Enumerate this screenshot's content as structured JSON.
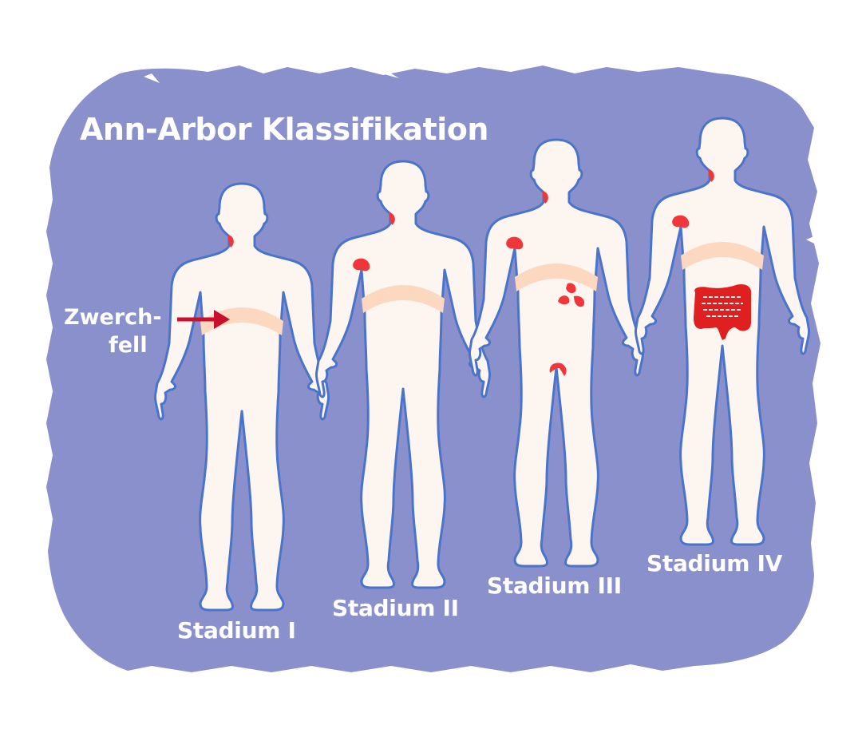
{
  "title": "Ann-Arbor Klassifikation",
  "diaphragm_label": {
    "line1": "Zwerch-",
    "line2": "fell",
    "full": "Zwerchfell"
  },
  "stages": [
    {
      "label": "Stadium I",
      "affected": [
        "neck-lymph-node"
      ]
    },
    {
      "label": "Stadium II",
      "affected": [
        "neck-lymph-node",
        "armpit-lymph-node"
      ]
    },
    {
      "label": "Stadium III",
      "affected": [
        "neck-lymph-node",
        "armpit-lymph-node",
        "spleen",
        "groin-lymph-node"
      ]
    },
    {
      "label": "Stadium IV",
      "affected": [
        "neck-lymph-node",
        "armpit-lymph-node",
        "intestine"
      ]
    }
  ],
  "colors": {
    "background_blob": "#8a90cc",
    "body_fill": "#fdf5f0",
    "body_outline": "#4a74c9",
    "diaphragm": "#fcd8c0",
    "lesion": "#f0363a",
    "intestine": "#e02020",
    "arrow": "#c8102e",
    "text": "#ffffff"
  }
}
